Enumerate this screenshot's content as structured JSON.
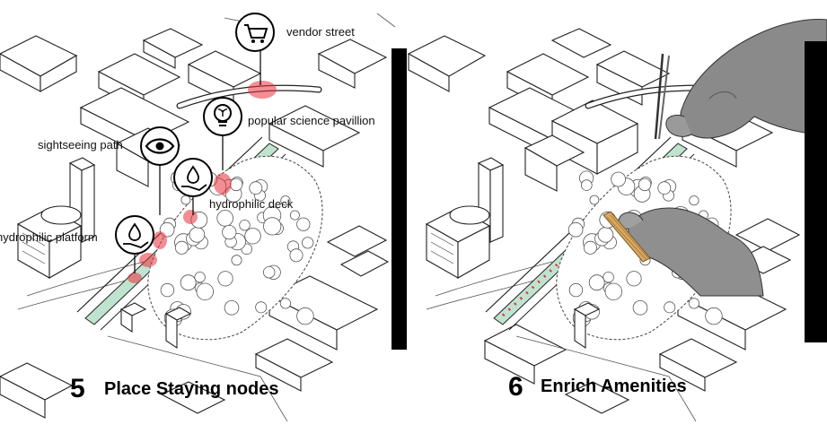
{
  "panels": [
    {
      "step_number": "5",
      "step_title": "Place Staying nodes",
      "labels": {
        "vendor_street": "vendor street",
        "popular_science": "popular science pavillion",
        "sightseeing_path": "sightseeing path",
        "hydrophilic_deck": "hydrophilic deck",
        "hydrophilic_platform": "hydrophilic platform"
      },
      "icons": [
        "shopping-cart-icon",
        "lightbulb-plant-icon",
        "eye-icon",
        "water-hand-icon",
        "water-hand-icon"
      ]
    },
    {
      "step_number": "6",
      "step_title": "Enrich Amenities"
    }
  ],
  "colors": {
    "highlight_red": "#e8323c",
    "deck_green": "#bfe3cf",
    "side_bar": "#000000",
    "line": "#222222"
  }
}
